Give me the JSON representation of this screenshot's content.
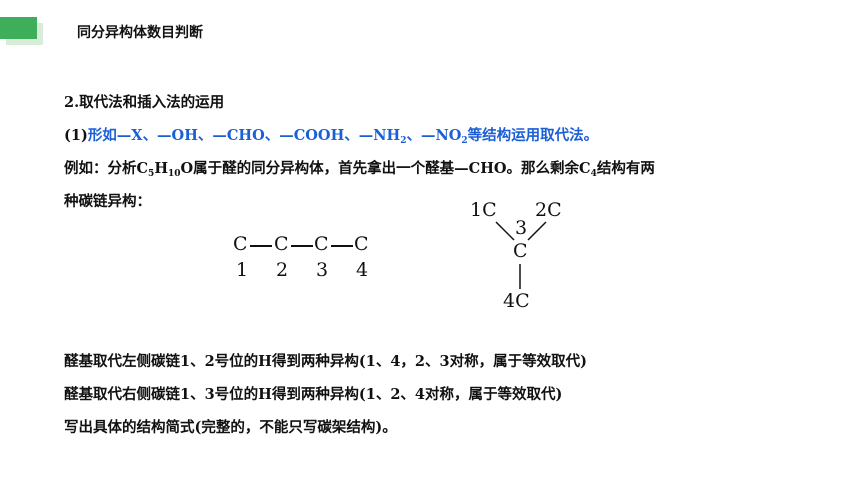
{
  "header": {
    "title": "同分异构体数目判断"
  },
  "section_title": "2.取代法和插入法的运用",
  "line1": {
    "prefix": "(1)",
    "text_before_nh": "形如—X、—OH、—CHO、—COOH、—NH",
    "sub_nh": "2",
    "text_mid": "、—NO",
    "sub_no": "2",
    "text_after": "等结构运用取代法。"
  },
  "line2": {
    "t1": "例如：分析C",
    "s1": "5",
    "t2": "H",
    "s2": "10",
    "t3": "O属于醛的同分异构体，首先拿出一个醛基—CHO。那么剩余C",
    "s3": "4",
    "t4": "结构有两"
  },
  "line3": "种碳链异构：",
  "chain1": {
    "atoms": [
      "C",
      "C",
      "C",
      "C"
    ],
    "numbers": [
      "1",
      "2",
      "3",
      "4"
    ]
  },
  "chain2": {
    "top_left": "1C",
    "top_right": "2C",
    "mid_number": "3",
    "center": "C",
    "bottom": "4C"
  },
  "note1": "醛基取代左侧碳链1、2号位的H得到两种异构(1、4，2、3对称，属于等效取代)",
  "note2": "醛基取代右侧碳链1、3号位的H得到两种异构(1、2、4对称，属于等效取代)",
  "note3": "写出具体的结构简式(完整的，不能只写碳架结构)。"
}
